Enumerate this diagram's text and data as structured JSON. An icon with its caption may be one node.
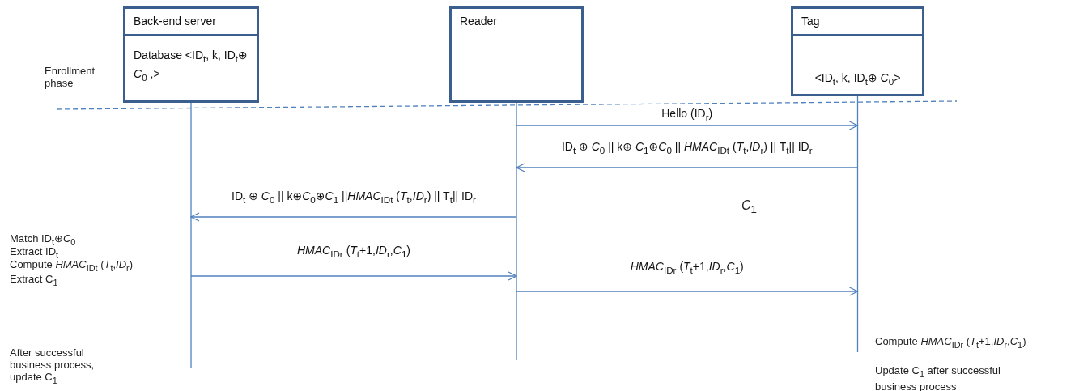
{
  "diagram": {
    "nodes": [
      {
        "text": [
          "Back-end server",
          "Database <ID$_{t}$, k, ID$_{t}$⊕ *C*$_{0}$ ,>"
        ]
      },
      {
        "text": [
          "Reader"
        ]
      },
      {
        "text": [
          "Tag",
          "<ID$_{t}$, k, ID$_{t}$⊕ *C*$_{0}$>"
        ]
      }
    ],
    "edges": [
      {
        "from": 1,
        "to": 2,
        "arrow": "to",
        "label": "Hello (ID$_{r}$)"
      },
      {
        "from": 2,
        "to": 1,
        "arrow": "to",
        "label": "ID$_{t}$ ⊕ *C*$_{0}$ || k⊕ *C*$_{1}$⊕*C*$_{0}$ || *HMAC*$_{ID}$$_{t}$ (*T*$_{t}$,*ID*$_{r}$) || T$_{t}$|| ID$_{r}$"
      },
      {
        "from": 1,
        "to": 0,
        "arrow": "to",
        "label": "ID$_{t}$ ⊕ *C*$_{0}$ || k⊕*C*$_{0}$⊕*C*$_{1}$ ||*HMAC*$_{ID}$$_{t}$ (*T*$_{t}$,*ID*$_{r}$) || T$_{t}$|| ID$_{r}$"
      },
      {
        "from": 0,
        "to": 1,
        "arrow": "to",
        "label": "*HMAC*$_{ID}$$_{r}$ (*T*$_{t}$+1,*ID*$_{r}$,*C*$_{1}$)"
      },
      {
        "from": 1,
        "to": 2,
        "arrow": "to",
        "label": "*HMAC*$_{ID}$$_{r}$ (*T*$_{t}$+1,*ID*$_{r}$,*C*$_{1}$)"
      }
    ],
    "labels": [
      "Enrollment phase",
      "*C*$_{1}$",
      "Match ID$_{t}$⊕*C*$_{0}$",
      "Extract ID$_{t}$",
      "Compute *HMAC*$_{ID}$$_{t}$ (*T*$_{t}$,*ID*$_{r}$)",
      "Extract C$_{1}$",
      "After successful business process, update C$_{1}$",
      "Compute *HMAC*$_{ID}$$_{r}$ (*T*$_{t}$+1,*ID*$_{r}$,*C*$_{1}$)",
      "Update C$_{1}$ after successful business process"
    ]
  }
}
